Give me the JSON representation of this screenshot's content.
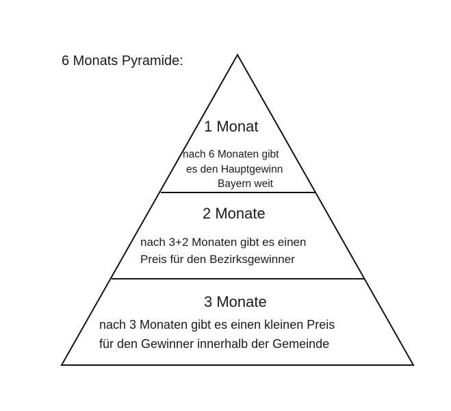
{
  "title": "6 Monats Pyramide:",
  "levels": [
    {
      "heading": "1 Monat",
      "lines": [
        "nach 6 Monaten gibt",
        "es den Hauptgewinn",
        "Bayern weit"
      ]
    },
    {
      "heading": "2 Monate",
      "lines": [
        "nach 3+2 Monaten gibt es einen",
        "Preis für den Bezirksgewinner"
      ]
    },
    {
      "heading": "3 Monate",
      "lines": [
        "nach 3 Monaten gibt es einen kleinen Preis",
        "für den Gewinner innerhalb der Gemeinde"
      ]
    }
  ]
}
